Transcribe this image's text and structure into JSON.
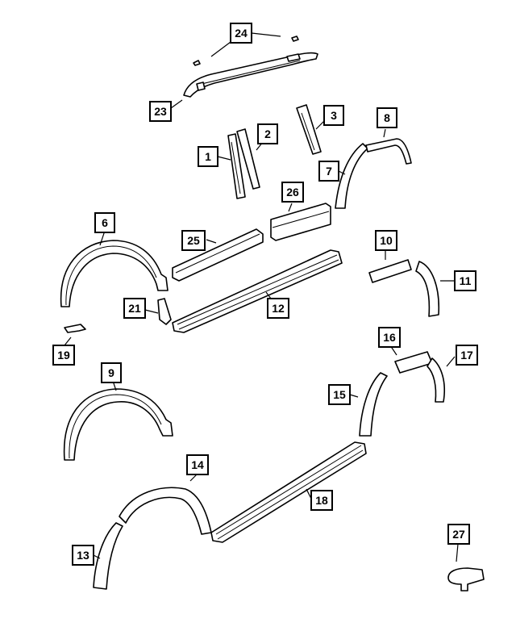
{
  "diagram": {
    "callouts": [
      {
        "id": "c1",
        "label": "1"
      },
      {
        "id": "c2",
        "label": "2"
      },
      {
        "id": "c3",
        "label": "3"
      },
      {
        "id": "c6",
        "label": "6"
      },
      {
        "id": "c7",
        "label": "7"
      },
      {
        "id": "c8",
        "label": "8"
      },
      {
        "id": "c9",
        "label": "9"
      },
      {
        "id": "c10",
        "label": "10"
      },
      {
        "id": "c11",
        "label": "11"
      },
      {
        "id": "c12",
        "label": "12"
      },
      {
        "id": "c13",
        "label": "13"
      },
      {
        "id": "c14",
        "label": "14"
      },
      {
        "id": "c15",
        "label": "15"
      },
      {
        "id": "c16",
        "label": "16"
      },
      {
        "id": "c17",
        "label": "17"
      },
      {
        "id": "c18",
        "label": "18"
      },
      {
        "id": "c19",
        "label": "19"
      },
      {
        "id": "c21",
        "label": "21"
      },
      {
        "id": "c23",
        "label": "23"
      },
      {
        "id": "c24",
        "label": "24"
      },
      {
        "id": "c25",
        "label": "25"
      },
      {
        "id": "c26",
        "label": "26"
      },
      {
        "id": "c27",
        "label": "27"
      }
    ],
    "colors": {
      "line": "#000000",
      "background": "#ffffff"
    }
  }
}
